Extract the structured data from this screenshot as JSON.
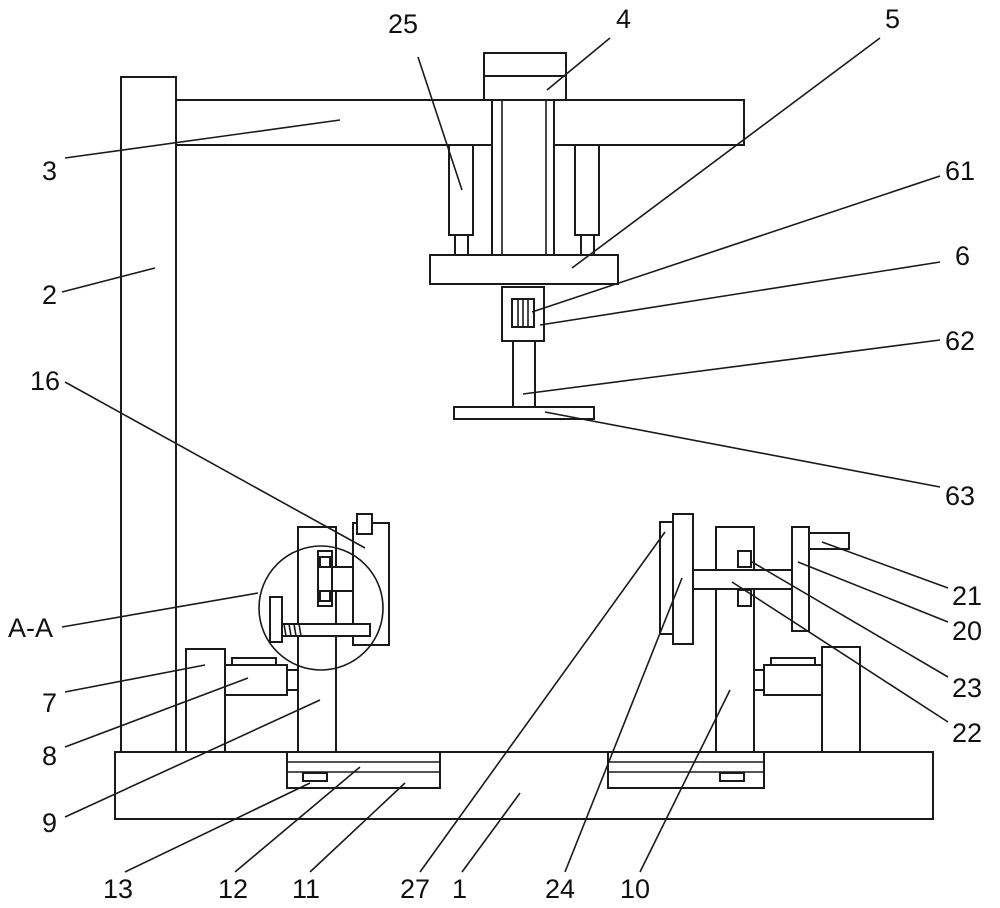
{
  "colors": {
    "line": "#1a1a1a",
    "background": "#ffffff"
  },
  "labels": {
    "n1": "1",
    "n2": "2",
    "n3": "3",
    "n4": "4",
    "n5": "5",
    "n6": "6",
    "n7": "7",
    "n8": "8",
    "n9": "9",
    "n10": "10",
    "n11": "11",
    "n12": "12",
    "n13": "13",
    "n16": "16",
    "n20": "20",
    "n21": "21",
    "n22": "22",
    "n23": "23",
    "n24": "24",
    "n25": "25",
    "n27": "27",
    "n61": "61",
    "n62": "62",
    "n63": "63",
    "section": "A-A"
  }
}
